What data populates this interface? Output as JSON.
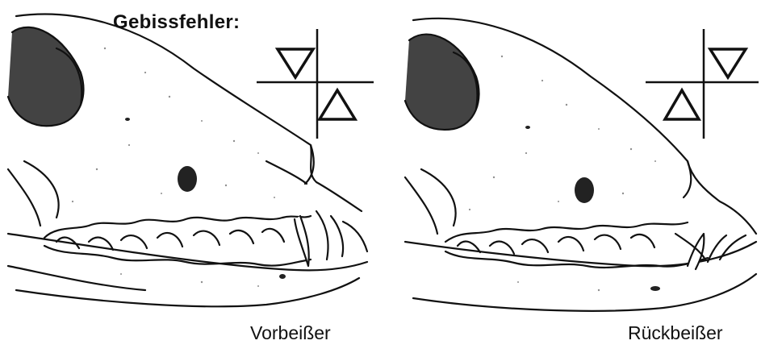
{
  "title": "Gebissfehler:",
  "panels": [
    {
      "caption": "Vorbeißer",
      "bite": "overshot"
    },
    {
      "caption": "Rückbeißer",
      "bite": "undershot"
    }
  ],
  "icons": [
    "skull-illustration",
    "triangle-symbol"
  ]
}
